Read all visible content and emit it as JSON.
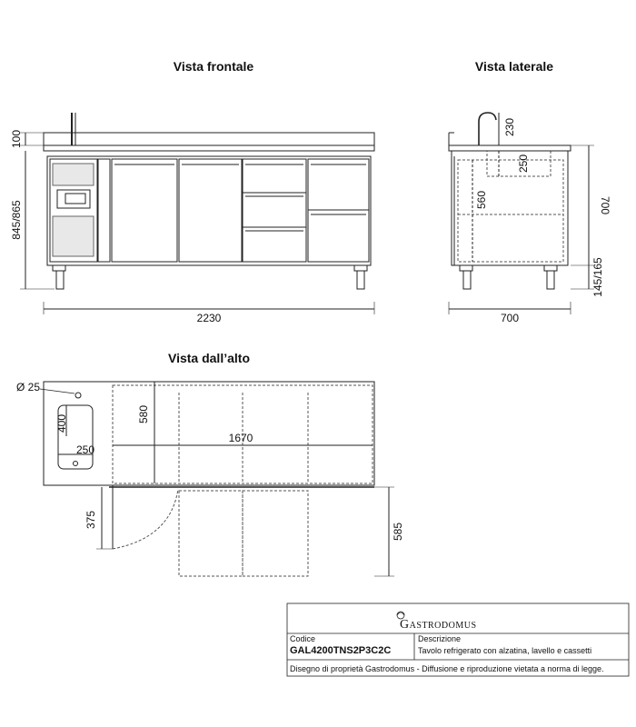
{
  "views": {
    "front_title": "Vista frontale",
    "side_title": "Vista laterale",
    "top_title": "Vista dall’alto"
  },
  "dimensions": {
    "front_upstand": "100",
    "front_height": "845/865",
    "front_width": "2230",
    "side_faucet": "230",
    "side_basin_depth": "250",
    "side_inner": "560",
    "side_height": "700",
    "side_feet": "145/165",
    "side_width": "700",
    "top_hole": "Ø 25",
    "top_sink_depth": "400",
    "top_sink_width": "250",
    "top_depth": "580",
    "top_inner_width": "1670",
    "top_door_swing": "375",
    "top_drawer_pull": "585"
  },
  "title_block": {
    "brand": "Gastrodomus",
    "code_label": "Codice",
    "code_value": "GAL4200TNS2P3C2C",
    "desc_label": "Descrizione",
    "desc_value": "Tavolo refrigerato con alzatina, lavello e cassetti",
    "footer": "Disegno di proprietà Gastrodomus - Diffusione e riproduzione vietata a norma di legge."
  }
}
